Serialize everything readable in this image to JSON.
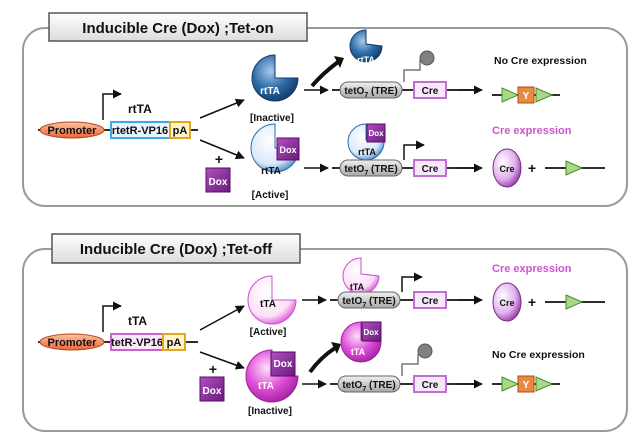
{
  "panel_on": {
    "title": "Inducible Cre (Dox) ;Tet-on",
    "promoter": "Promoter",
    "transgene_name": "rtTA",
    "transgene_box": "rtetR-VP16",
    "pa": "pA",
    "plus": "+",
    "dox": "Dox",
    "protein_label": "rtTA",
    "inactive_label": "[Inactive]",
    "active_label": "[Active]",
    "operator": "tetO",
    "operator_sub": "7",
    "operator_tail": " (TRE)",
    "cre": "Cre",
    "outcome_top": "No Cre expression",
    "outcome_bottom": "Cre expression",
    "y_marker": "Y"
  },
  "panel_off": {
    "title": "Inducible Cre (Dox) ;Tet-off",
    "promoter": "Promoter",
    "transgene_name": "tTA",
    "transgene_box": "tetR-VP16",
    "pa": "pA",
    "plus": "+",
    "dox": "Dox",
    "protein_label": "tTA",
    "active_label": "[Active]",
    "inactive_label": "[Inactive]",
    "operator": "tetO",
    "operator_sub": "7",
    "operator_tail": " (TRE)",
    "cre": "Cre",
    "outcome_top": "Cre expression",
    "outcome_bottom": "No Cre expression",
    "y_marker": "Y"
  },
  "colors": {
    "rtta_blue": "#2e6ca8",
    "tta_pink": "#e050d8",
    "dox_purple": "#8a2a9a",
    "cre_box": "#c070d0",
    "promoter_orange": "#f08050",
    "transgene_on_border": "#40a8e0",
    "pa_yellow": "#f0d060",
    "loxp_green": "#80c060",
    "y_orange": "#e08030",
    "operator_gray": "#c8c8c8"
  }
}
